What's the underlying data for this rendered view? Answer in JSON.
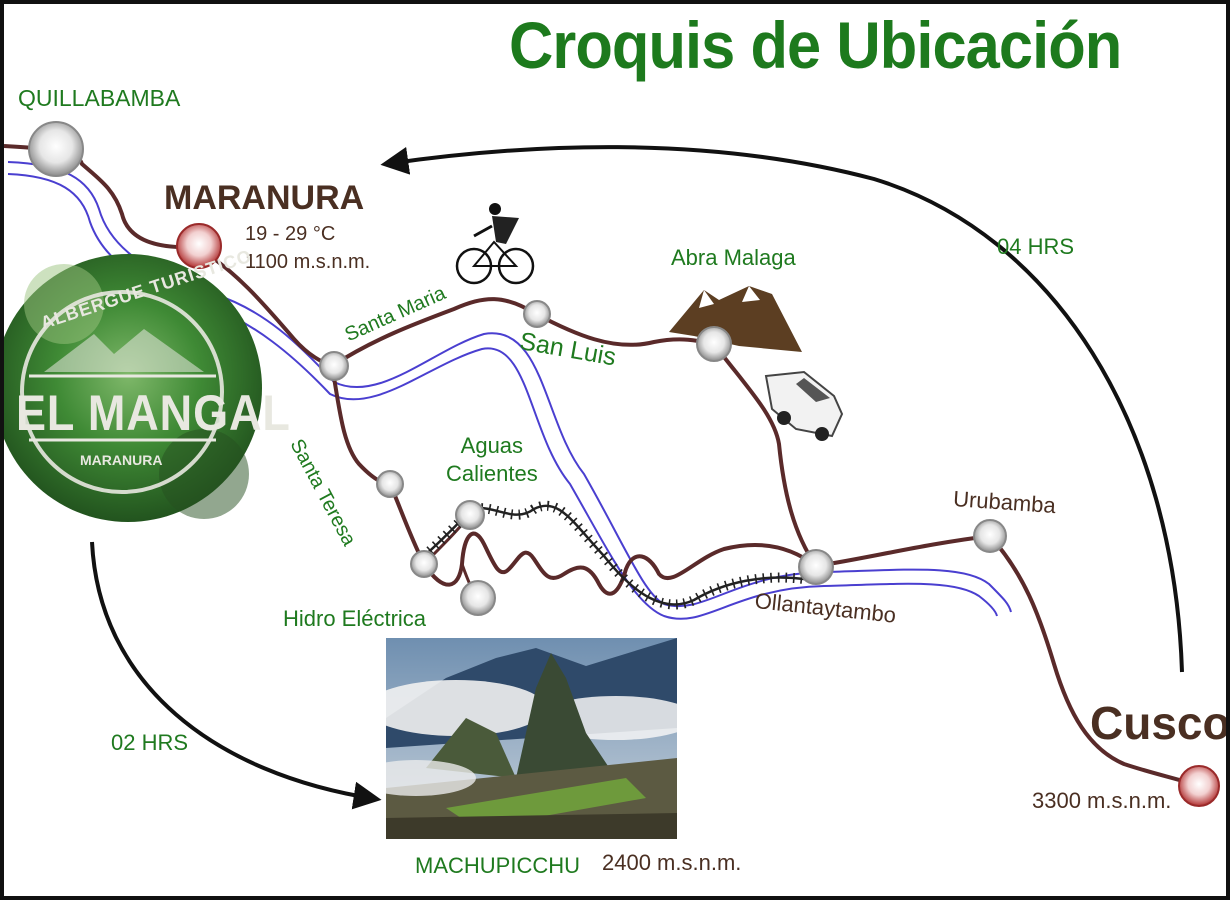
{
  "title": "Croquis de Ubicación",
  "colors": {
    "title_green": "#1d7a1d",
    "label_green": "#1f7a1f",
    "road_brown": "#5a2a2a",
    "river_blue": "#4a3fd0",
    "label_brown": "#4a2f22"
  },
  "places": {
    "quillabamba": "QUILLABAMBA",
    "maranura": "MARANURA",
    "maranura_temp": "19 - 29 °C",
    "maranura_alt": "1100 m.s.n.m.",
    "santa_maria": "Santa Maria",
    "san_luis": "San Luis",
    "abra_malaga": "Abra Malaga",
    "santa_teresa": "Santa Teresa",
    "aguas_calientes": "Aguas\nCalientes",
    "hidro_electrica": "Hidro Eléctrica",
    "urubamba": "Urubamba",
    "ollantaytambo": "Ollantaytambo",
    "cusco": "Cusco",
    "cusco_alt": "3300 m.s.n.m.",
    "machupicchu": "MACHUPICCHU",
    "machupicchu_alt": "2400 m.s.n.m."
  },
  "travel_times": {
    "cusco_to_maranura": "04 HRS",
    "mangal_to_machupicchu": "02 HRS"
  },
  "logo": {
    "line1": "ALBERGUE TURISTICO",
    "line2": "EL MANGAL",
    "line3": "MARANURA"
  },
  "icons": [
    "cyclist-icon",
    "mountain-icon",
    "van-icon",
    "machupicchu-photo"
  ]
}
